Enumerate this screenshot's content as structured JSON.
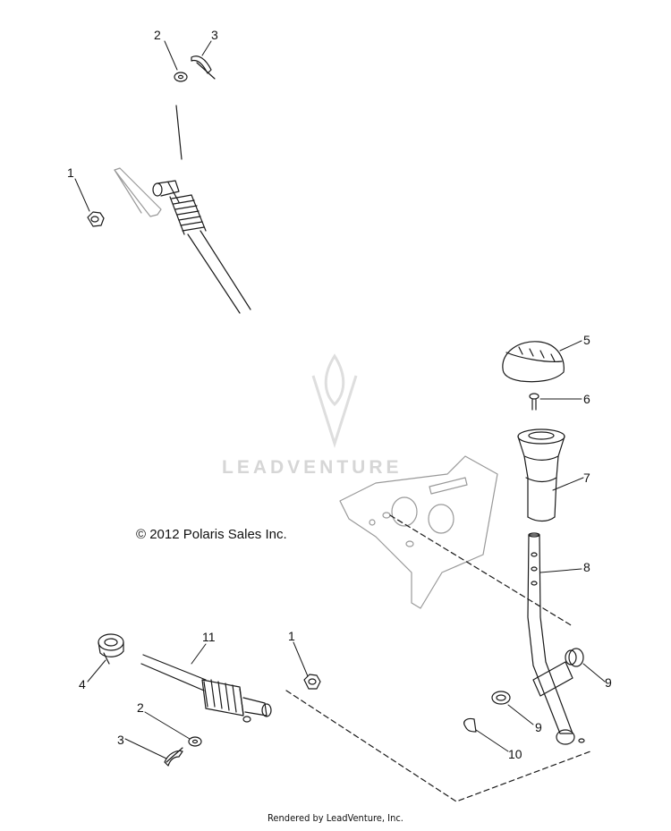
{
  "copyright": "© 2012 Polaris Sales Inc.",
  "rendered_by": "Rendered by LeadVenture, Inc.",
  "watermark": "LEADVENTURE",
  "callouts": {
    "c1a": "1",
    "c2a": "2",
    "c3a": "3",
    "c5": "5",
    "c6": "6",
    "c7": "7",
    "c8": "8",
    "c9a": "9",
    "c9b": "9",
    "c10": "10",
    "c11": "11",
    "c1b": "1",
    "c4": "4",
    "c2b": "2",
    "c3b": "3"
  }
}
